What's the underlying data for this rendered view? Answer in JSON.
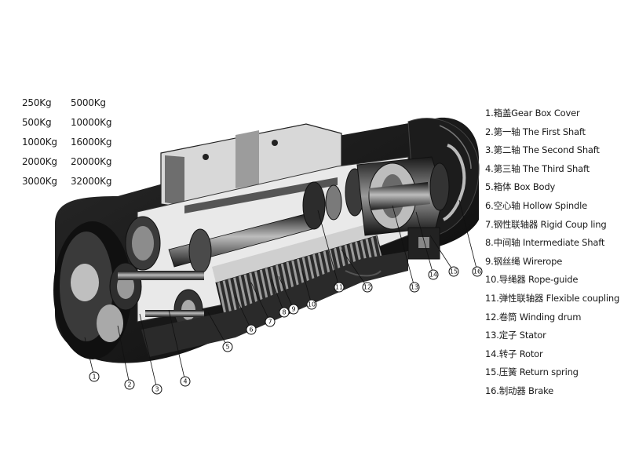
{
  "capacities": [
    "250Kg",
    "5000Kg",
    "500Kg",
    "10000Kg",
    "1000Kg",
    "16000Kg",
    "2000Kg",
    "20000Kg",
    "3000Kg",
    "32000Kg"
  ],
  "parts": [
    {
      "num": "1",
      "label": "1.箱盖Gear Box Cover"
    },
    {
      "num": "2",
      "label": "2.第一轴 The First Shaft"
    },
    {
      "num": "3",
      "label": "3.第二轴 The Second Shaft"
    },
    {
      "num": "4",
      "label": "4.第三轴 The Third Shaft"
    },
    {
      "num": "5",
      "label": "5.箱体 Box Body"
    },
    {
      "num": "6",
      "label": "6.空心轴 Hollow Spindle"
    },
    {
      "num": "7",
      "label": "7.钢性联轴器 Rigid Coup ling"
    },
    {
      "num": "8",
      "label": "8.中间轴 Intermediate Shaft"
    },
    {
      "num": "9",
      "label": "9.钢丝绳 Wirerope"
    },
    {
      "num": "10",
      "label": "10.导绳器 Rope-guide"
    },
    {
      "num": "11",
      "label": "11.弹性联轴器 Flexible coupling"
    },
    {
      "num": "12",
      "label": "12.卷筒 Winding drum"
    },
    {
      "num": "13",
      "label": "13.定子 Stator"
    },
    {
      "num": "14",
      "label": "14.转子 Rotor"
    },
    {
      "num": "15",
      "label": "15.压簧 Return spring"
    },
    {
      "num": "16",
      "label": "16.制动器 Brake"
    }
  ],
  "callout_numbers": [
    "1",
    "2",
    "3",
    "4",
    "5",
    "6",
    "7",
    "8",
    "9",
    "10",
    "11",
    "12",
    "13",
    "14",
    "15",
    "16"
  ]
}
